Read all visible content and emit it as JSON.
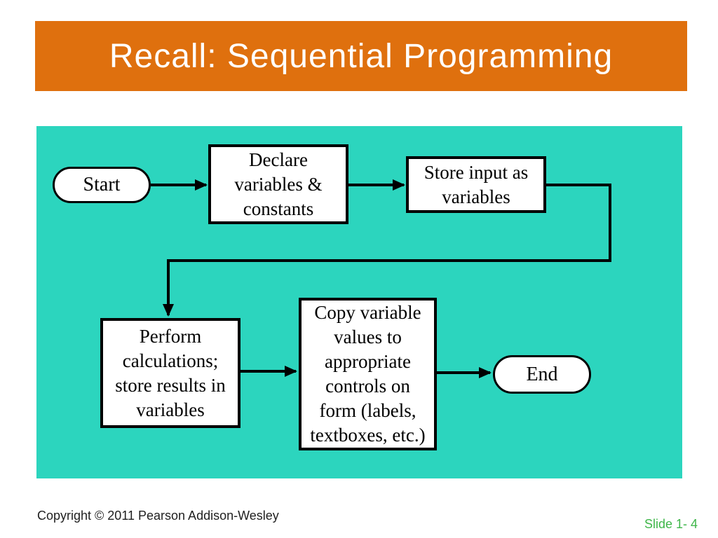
{
  "slide": {
    "title": "Recall: Sequential Programming",
    "footer": {
      "copyright": "Copyright © 2011 Pearson Addison-Wesley",
      "slide_number": "Slide 1- 4"
    },
    "colors": {
      "header_bg": "#DF700E",
      "panel_bg": "#2CD5BE",
      "slide_number_green": "#3EB649",
      "node_bg": "#FFFFFF",
      "node_border": "#000000",
      "arrow": "#000000"
    }
  },
  "flowchart": {
    "type": "flowchart",
    "nodes": [
      {
        "id": "start",
        "shape": "terminator",
        "label": "Start"
      },
      {
        "id": "declare",
        "shape": "process",
        "label": "Declare\nvariables &\nconstants"
      },
      {
        "id": "store",
        "shape": "process",
        "label": "Store input as\nvariables"
      },
      {
        "id": "perform",
        "shape": "process",
        "label": "Perform\ncalculations;\nstore results in\nvariables"
      },
      {
        "id": "copy",
        "shape": "process",
        "label": "Copy variable\nvalues to\nappropriate\ncontrols on\nform (labels,\ntextboxes, etc.)"
      },
      {
        "id": "end",
        "shape": "terminator",
        "label": "End"
      }
    ],
    "edges": [
      {
        "from": "start",
        "to": "declare"
      },
      {
        "from": "declare",
        "to": "store"
      },
      {
        "from": "store",
        "to": "perform"
      },
      {
        "from": "perform",
        "to": "copy"
      },
      {
        "from": "copy",
        "to": "end"
      }
    ]
  }
}
